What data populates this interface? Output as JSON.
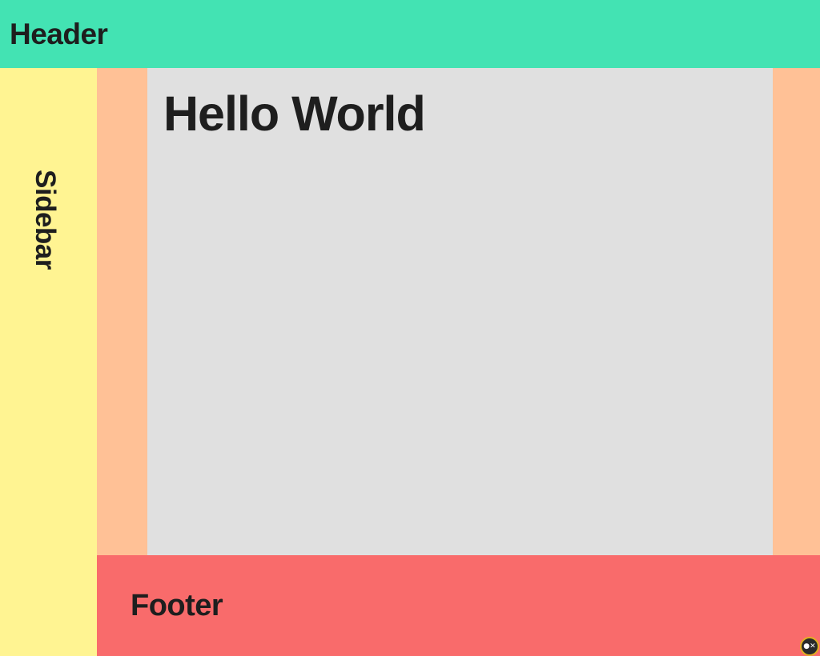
{
  "colors": {
    "header": "#43e3b3",
    "sidebar": "#fff492",
    "content_gutter": "#ffc196",
    "main": "#e0e0e0",
    "footer": "#f96b6b",
    "text": "#1e1e1e"
  },
  "header": {
    "title": "Header"
  },
  "sidebar": {
    "label": "Sidebar"
  },
  "main": {
    "title": "Hello World"
  },
  "footer": {
    "label": "Footer"
  },
  "corner_badge": {
    "icon": "toggle-icon",
    "glyph": "●✕"
  }
}
